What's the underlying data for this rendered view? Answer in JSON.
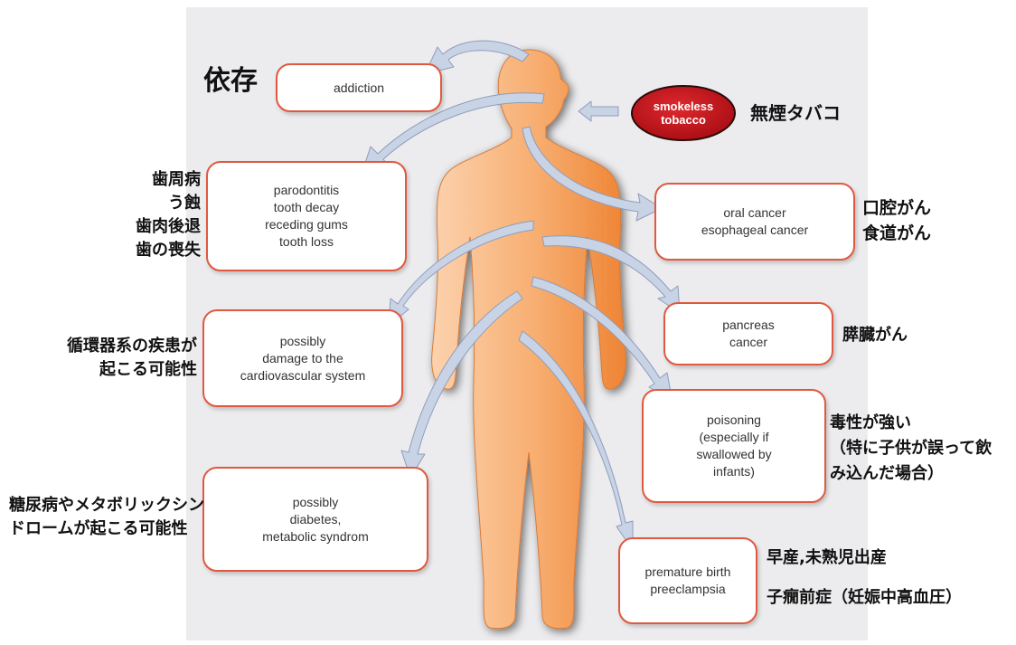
{
  "source": {
    "label": "smokeless\ntobacco",
    "jp": "無煙タバコ"
  },
  "effects": [
    {
      "key": "addiction",
      "en": "addiction",
      "jp": "依存"
    },
    {
      "key": "dental",
      "en": "parodontitis\ntooth decay\nreceding gums\ntooth loss",
      "jp": "歯周病\nう蝕\n歯肉後退\n歯の喪失"
    },
    {
      "key": "cardio",
      "en": "possibly\ndamage to the\ncardiovascular system",
      "jp": "循環器系の疾患が\n起こる可能性"
    },
    {
      "key": "diabetes",
      "en": "possibly\ndiabetes,\nmetabolic syndrom",
      "jp": "糖尿病やメタボリックシン\nドロームが起こる可能性"
    },
    {
      "key": "oral-cancer",
      "en": "oral cancer\nesophageal cancer",
      "jp": "口腔がん\n食道がん"
    },
    {
      "key": "pancreas",
      "en": "pancreas\ncancer",
      "jp": "膵臓がん"
    },
    {
      "key": "poisoning",
      "en": "poisoning\n(especially if\nswallowed by\ninfants)",
      "jp": "毒性が強い\n（特に子供が誤って飲\nみ込んだ場合）"
    },
    {
      "key": "premature",
      "en": "premature birth\npreeclampsia",
      "jp_1": "早産,未熟児出産",
      "jp_2": "子癇前症（妊娠中高血圧）"
    }
  ],
  "colors": {
    "box_border": "#e0593f",
    "badge": "#c8171d",
    "arrow_fill": "#c9d3e6",
    "arrow_stroke": "#8e9dbb",
    "body_light": "#fbc9a0",
    "body_dark": "#ef8a3a",
    "background": "#ececee"
  }
}
